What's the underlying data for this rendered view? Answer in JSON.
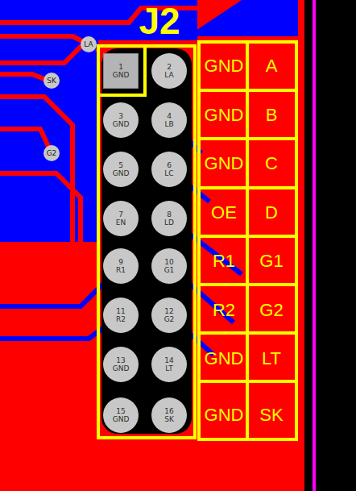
{
  "diagram": {
    "title": "J2",
    "nodes": [
      {
        "text": [
          "1",
          "GND"
        ]
      },
      {
        "text": [
          "2",
          "LA"
        ]
      },
      {
        "text": [
          "3",
          "GND"
        ]
      },
      {
        "text": [
          "4",
          "LB"
        ]
      },
      {
        "text": [
          "5",
          "GND"
        ]
      },
      {
        "text": [
          "6",
          "LC"
        ]
      },
      {
        "text": [
          "7",
          "EN"
        ]
      },
      {
        "text": [
          "8",
          "LD"
        ]
      },
      {
        "text": [
          "9",
          "R1"
        ]
      },
      {
        "text": [
          "10",
          "G1"
        ]
      },
      {
        "text": [
          "11",
          "R2"
        ]
      },
      {
        "text": [
          "12",
          "G2"
        ]
      },
      {
        "text": [
          "13",
          "GND"
        ]
      },
      {
        "text": [
          "14",
          "LT"
        ]
      },
      {
        "text": [
          "15",
          "GND"
        ]
      },
      {
        "text": [
          "16",
          "SK"
        ]
      }
    ],
    "labels": [
      "LA",
      "SK",
      "G2",
      "GND",
      "A",
      "GND",
      "B",
      "GND",
      "C",
      "OE",
      "D",
      "R1",
      "G1",
      "R2",
      "G2",
      "GND",
      "LT",
      "GND",
      "SK"
    ]
  }
}
